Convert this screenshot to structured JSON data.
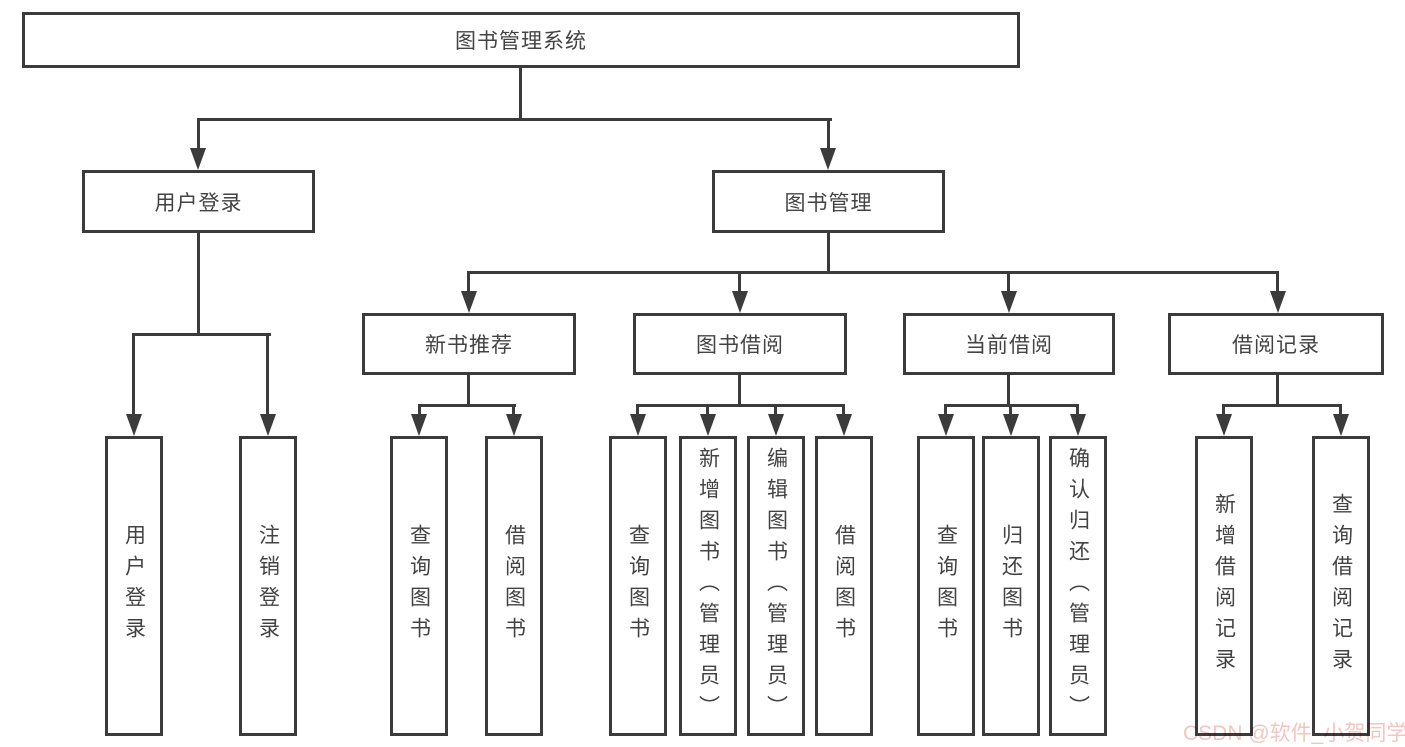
{
  "tree": {
    "root": {
      "label": "图书管理系统"
    },
    "branches": [
      {
        "label": "用户登录",
        "leaves": [
          {
            "label": "用户登录"
          },
          {
            "label": "注销登录"
          }
        ]
      },
      {
        "label": "图书管理",
        "groups": [
          {
            "label": "新书推荐",
            "leaves": [
              {
                "label": "查询图书"
              },
              {
                "label": "借阅图书"
              }
            ]
          },
          {
            "label": "图书借阅",
            "leaves": [
              {
                "label": "查询图书"
              },
              {
                "label": "新增图书（管理员）"
              },
              {
                "label": "编辑图书（管理员）"
              },
              {
                "label": "借阅图书"
              }
            ]
          },
          {
            "label": "当前借阅",
            "leaves": [
              {
                "label": "查询图书"
              },
              {
                "label": "归还图书"
              },
              {
                "label": "确认归还（管理员）"
              }
            ]
          },
          {
            "label": "借阅记录",
            "leaves": [
              {
                "label": "新增借阅记录"
              },
              {
                "label": "查询借阅记录"
              }
            ]
          }
        ]
      }
    ]
  },
  "watermark": {
    "text": "CSDN @软件_小贺同学"
  },
  "colors": {
    "line": "#3b3b3b",
    "text": "#434343",
    "watermark": "#f3c5c2",
    "background": "#ffffff"
  }
}
